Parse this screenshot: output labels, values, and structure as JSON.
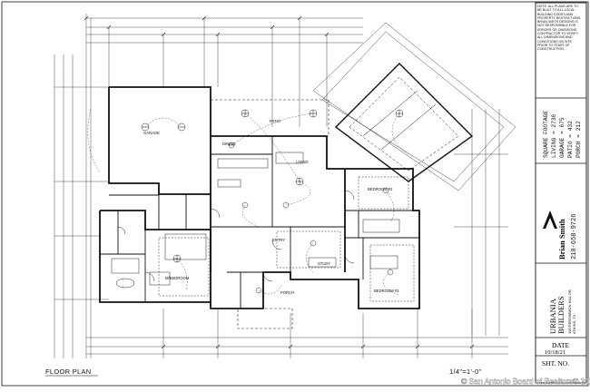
{
  "drawing": {
    "title": "FLOOR PLAN",
    "scale": "1/4\"=1'-0\"",
    "rooms": {
      "garage": "GARAGE",
      "patio": "PATIO",
      "dining": "DINING",
      "living": "LIVING",
      "bedroom_2": "BEDROOM #2",
      "bedroom_3": "BEDROOM #3",
      "master_bedroom": "M/BEDROOM",
      "entry": "ENTRY",
      "study": "STUDY",
      "porch": "PORCH"
    }
  },
  "square_footage": {
    "heading": "SQUARE FOOTAGE",
    "living": "LIVING = 2736",
    "garage": "GARAGE = 675",
    "patio": "PATIO = 432",
    "porch": "PORCH = 212"
  },
  "designer": {
    "name": "Brian Smith",
    "phone": "210-658-9726"
  },
  "builder": {
    "name_line1": "URBANIA",
    "name_line2": "BUILDERS",
    "address_line1": "100 PERSIMMON HILL DR",
    "address_line2": "ATKINS, TX"
  },
  "date": {
    "label": "DATE",
    "value": "10/18/21"
  },
  "sheet": {
    "label": "SHT. NO."
  },
  "notes": "NOTE: ALL PLANS ARE TO BE BUILT TO ALL LOCAL BUILDING CODES AND PROPERTY RESTRICTIONS. BRIAN SMITH DESIGNS IS NOT RESPONSIBLE FOR ERRORS OR OMISSIONS. CONTRACTOR TO VERIFY ALL DIMENSIONS AND CONDITIONS ON SITE PRIOR TO START OF CONSTRUCTION.",
  "watermark": "© San Antonio Board of Realtors® 2025"
}
